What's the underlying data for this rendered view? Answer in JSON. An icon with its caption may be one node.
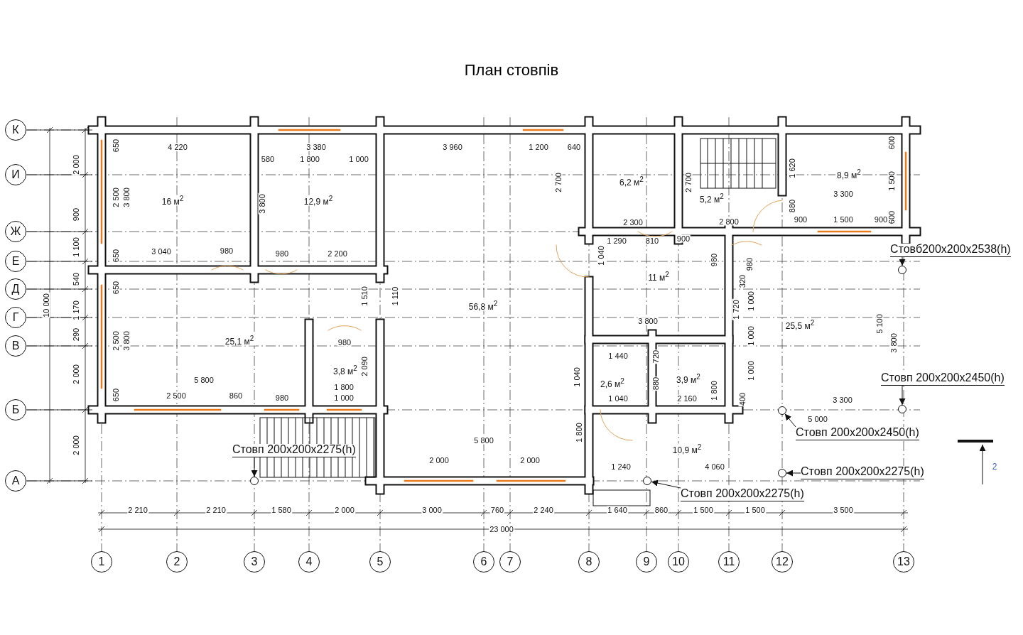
{
  "diagram": {
    "title": "План стовпів",
    "nodes": [
      {
        "text": [
          "Стовб200x200x2538(h)"
        ]
      },
      {
        "text": [],
        "shape": "circle"
      },
      {
        "text": [
          "Стовп 200x200x2450(h)"
        ]
      },
      {
        "text": [],
        "shape": "circle"
      },
      {
        "text": [
          "Стовп 200x200x2450(h)"
        ]
      },
      {
        "text": [],
        "shape": "circle"
      },
      {
        "text": [
          "Стовп 200x200x2275(h)"
        ]
      },
      {
        "text": [],
        "shape": "circle"
      },
      {
        "text": [
          "Стовп 200x200x2275(h)"
        ]
      },
      {
        "text": [],
        "shape": "circle"
      },
      {
        "text": [
          "Стовп 200x200x2275(h)"
        ]
      },
      {
        "text": [],
        "shape": "circle"
      }
    ],
    "edges": [
      {
        "from": 0,
        "to": 1,
        "arrow": "to"
      },
      {
        "from": 2,
        "to": 3,
        "arrow": "to"
      },
      {
        "from": 4,
        "to": 5,
        "arrow": "to"
      },
      {
        "from": 6,
        "to": 7,
        "arrow": "to"
      },
      {
        "from": 8,
        "to": 9,
        "arrow": "to"
      },
      {
        "from": 10,
        "to": 11,
        "arrow": "to"
      }
    ],
    "labels": [
      "К",
      "И",
      "Ж",
      "Е",
      "Д",
      "Г",
      "В",
      "Б",
      "А",
      "10 000",
      "2 000",
      "900",
      "1 100",
      "540",
      "1 170",
      "290",
      "2 000",
      "2 000",
      "650",
      "2 500",
      "3 800",
      "650",
      "650",
      "2 500",
      "3 800",
      "650",
      "4 220",
      "3 380",
      "3 960",
      "1 200",
      "640",
      "580",
      "1 800",
      "1 000",
      "16 м$^{2}$",
      "3 800",
      "12,9 м$^{2}$",
      "6,2 м$^{2}$",
      "2 700",
      "2 700",
      "1 620",
      "8,9 м$^{2}$",
      "600",
      "1 500",
      "5,2 м$^{2}$",
      "3 300",
      "880",
      "600",
      "2 300",
      "2 800",
      "900",
      "1 500",
      "900",
      "1 290",
      "810",
      "900",
      "3 040",
      "980",
      "980",
      "2 200",
      "1 040",
      "980",
      "980",
      "11 м$^{2}$",
      "320",
      "1 510",
      "1 110",
      "56,8 м$^{2}$",
      "1 720",
      "1 000",
      "3 800",
      "1 000",
      "25,5 м$^{2}$",
      "5 100",
      "3 800",
      "25,1 м$^{2}$",
      "980",
      "1 440",
      "720",
      "3,8 м$^{2}$",
      "2 090",
      "1 040",
      "2,6 м$^{2}$",
      "880",
      "3,9 м$^{2}$",
      "1 800",
      "1 000",
      "5 800",
      "1 800",
      "2 500",
      "860",
      "980",
      "1 000",
      "1 040",
      "2 160",
      "400",
      "3 300",
      "5 000",
      "1 800",
      "5 800",
      "10,9 м$^{2}$",
      "2 000",
      "2 000",
      "1 240",
      "4 060",
      "2 210",
      "2 210",
      "1 580",
      "2 000",
      "3 000",
      "760",
      "2 240",
      "1 640",
      "860",
      "1 500",
      "1 500",
      "3 500",
      "23 000",
      "1",
      "2",
      "3",
      "4",
      "5",
      "6",
      "7",
      "8",
      "9",
      "10",
      "11",
      "12",
      "13",
      "2"
    ]
  }
}
